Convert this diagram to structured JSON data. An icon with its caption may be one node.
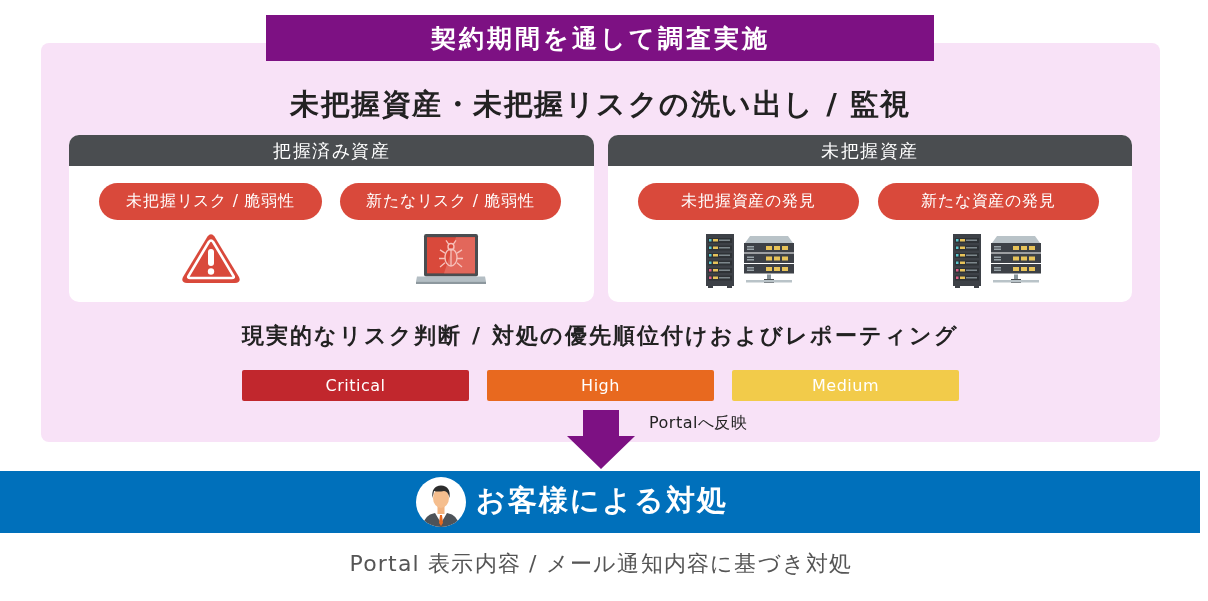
{
  "diagram": {
    "nodes": [
      {
        "text": [
          "契約期間を通して調査実施"
        ]
      },
      {
        "text": [
          "未把握資産・未把握リスクの洗い出し / 監視",
          "現実的なリスク判断 / 対処の優先順位付けおよびレポーティング"
        ]
      },
      {
        "text": [
          "把握済み資産"
        ],
        "in": 1
      },
      {
        "text": [
          "未把握リスク / 脆弱性"
        ],
        "in": 2
      },
      {
        "text": [
          "新たなリスク / 脆弱性"
        ],
        "in": 2
      },
      {
        "text": [
          "未把握資産"
        ],
        "in": 1
      },
      {
        "text": [
          "未把握資産の発見"
        ],
        "in": 5
      },
      {
        "text": [
          "新たな資産の発見"
        ],
        "in": 5
      },
      {
        "text": [
          "Critical"
        ],
        "in": 1
      },
      {
        "text": [
          "High"
        ],
        "in": 1
      },
      {
        "text": [
          "Medium"
        ],
        "in": 1
      },
      {
        "text": [
          "お客様による対処"
        ],
        "beside": [
          "Portal 表示内容 / メール通知内容に基づき対処"
        ]
      }
    ],
    "edges": [
      {
        "from": 1,
        "to": 11,
        "arrow": "to",
        "label": "Portalへ反映"
      }
    ]
  }
}
